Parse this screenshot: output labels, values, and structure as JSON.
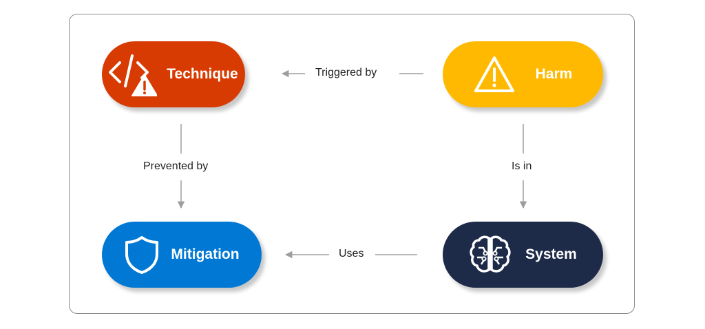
{
  "nodes": {
    "technique": {
      "label": "Technique",
      "icon": "code-warning-icon",
      "color": "#d83b01"
    },
    "harm": {
      "label": "Harm",
      "icon": "warning-icon",
      "color": "#ffb900"
    },
    "mitigation": {
      "label": "Mitigation",
      "icon": "shield-icon",
      "color": "#0078d4"
    },
    "system": {
      "label": "System",
      "icon": "brain-circuit-icon",
      "color": "#1e2b48"
    }
  },
  "edges": {
    "triggered_by": {
      "label": "Triggered by",
      "from": "harm",
      "to": "technique"
    },
    "prevented_by": {
      "label": "Prevented by",
      "from": "technique",
      "to": "mitigation"
    },
    "is_in": {
      "label": "Is in",
      "from": "harm",
      "to": "system"
    },
    "uses": {
      "label": "Uses",
      "from": "system",
      "to": "mitigation"
    }
  },
  "colors": {
    "arrow": "#9e9e9e",
    "frame_border": "#8a8a8a"
  }
}
